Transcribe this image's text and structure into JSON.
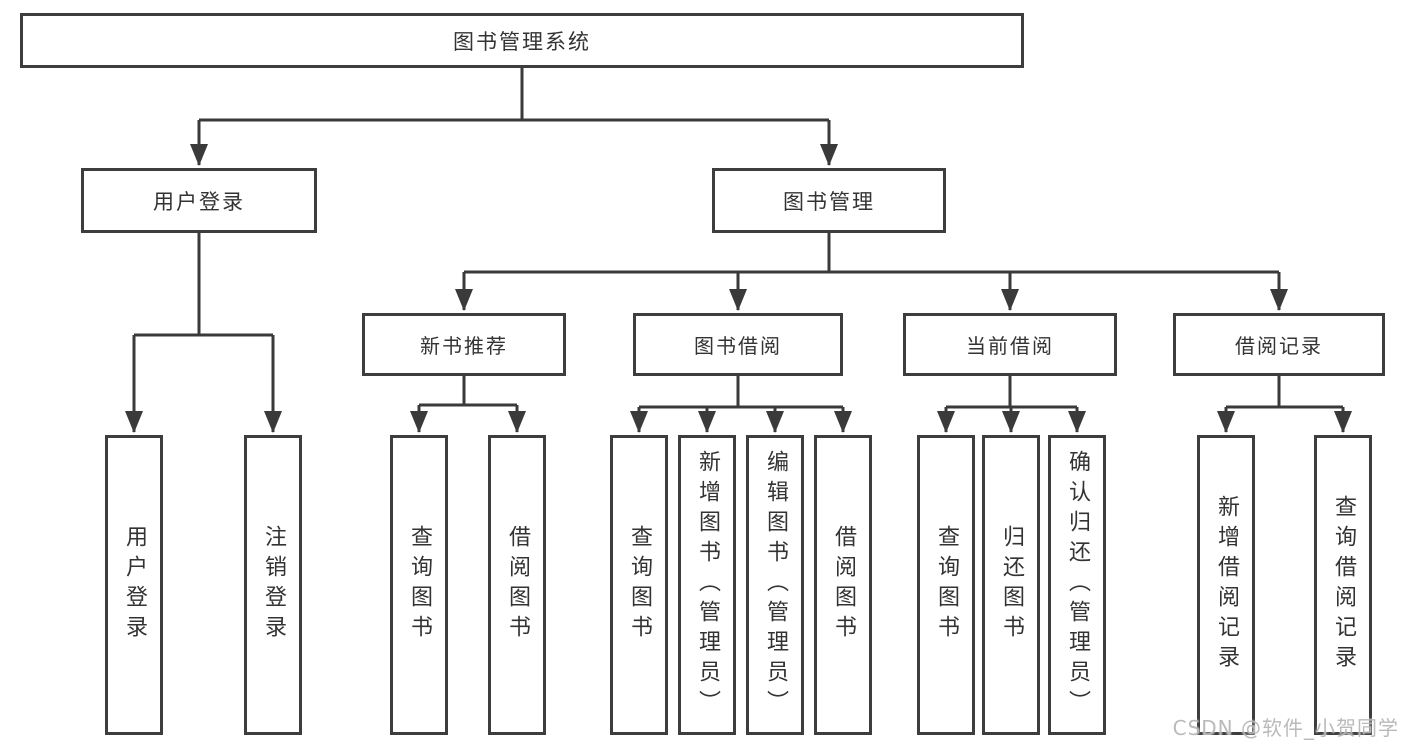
{
  "tree": {
    "root": "图书管理系统",
    "user_login": {
      "label": "用户登录",
      "children": [
        "用户登录",
        "注销登录"
      ]
    },
    "book_management": {
      "label": "图书管理",
      "children": {
        "new_book_recommend": {
          "label": "新书推荐",
          "children": [
            "查询图书",
            "借阅图书"
          ]
        },
        "book_borrow": {
          "label": "图书借阅",
          "children": [
            "查询图书",
            "新增图书（管理员）",
            "编辑图书（管理员）",
            "借阅图书"
          ]
        },
        "current_borrow": {
          "label": "当前借阅",
          "children": [
            "查询图书",
            "归还图书",
            "确认归还（管理员）"
          ]
        },
        "borrow_record": {
          "label": "借阅记录",
          "children": [
            "新增借阅记录",
            "查询借阅记录"
          ]
        }
      }
    }
  },
  "colors": {
    "line": "#3a3a3a",
    "box_border": "#3d3d3d",
    "text": "#333333",
    "watermark": "#b2b2b2"
  },
  "watermark": "CSDN @软件_小贺同学"
}
